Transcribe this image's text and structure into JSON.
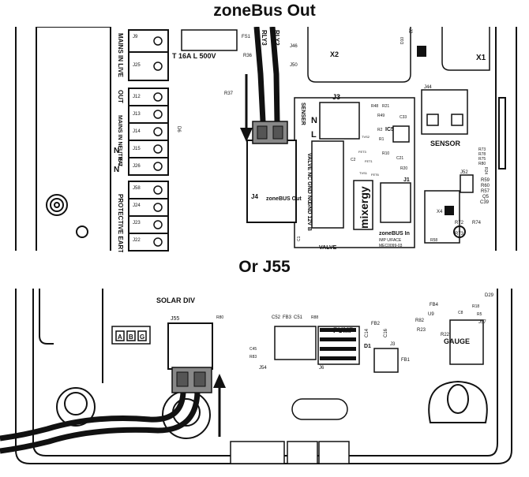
{
  "headings": {
    "top": "zoneBus Out",
    "bottom": "Or J55"
  },
  "top_board": {
    "labels": {
      "mains_in_live": "MAINS IN LIVE",
      "j9": "J9",
      "j25": "J25",
      "fuse_rating": "T 16A L 500V",
      "fs1": "FS1",
      "r36": "R36",
      "rly3": "RLY3",
      "rly2": "RLY2",
      "j46": "J46",
      "j50": "J50",
      "r37": "R37",
      "x2": "X2",
      "x1": "X1",
      "j2": "J2",
      "d10": "D10",
      "j44": "J44",
      "sensor": "SENSER",
      "sensor_label": "SENSOR",
      "out": "OUT",
      "j12": "J12",
      "j13": "J13",
      "mains_in_neutral": "MAINS IN NEUTRAL",
      "j14": "J14",
      "j15": "J15",
      "n1": "N",
      "d6": "D6",
      "j26": "J26",
      "e7": "E-7",
      "n2": "N",
      "j3": "J3",
      "n_letter": "N",
      "l_letter": "L",
      "ic5": "IC5",
      "r48": "R48",
      "r21": "R21",
      "r49": "R49",
      "c33": "C33",
      "r2": "R2",
      "r1": "R1",
      "tvs2": "TVS2",
      "fet3": "FET3",
      "r10": "R10",
      "c21": "C21",
      "fet1": "FET1",
      "r20": "R20",
      "tvs1": "TVS1",
      "fet6": "FET6",
      "c2": "C2",
      "valve_nc": "VALVE NC GND NO",
      "j1": "J1",
      "j4": "J4",
      "zonebus_out_label": "zoneBUS Out",
      "gnd12v": "GND 12V B",
      "valve": "VALVE",
      "mixergy": "mixergy",
      "zonebus_in": "zoneBUS In",
      "imp_uface": "IMP U/FACE",
      "mec_code": "MEC0099-03",
      "c1": "C1",
      "j58": "J58",
      "j24": "J24",
      "j23": "J23",
      "j22": "J22",
      "protective_earth": "PROTECTIVE EARTH",
      "r73a": "R73",
      "r78": "R78",
      "r75": "R75",
      "r80": "R80",
      "r24": "R24",
      "j52": "J52",
      "r59": "R59",
      "r60": "R60",
      "r57": "R57",
      "q5": "Q5",
      "c39": "C39",
      "x4": "X4",
      "r72": "R72",
      "r74": "R74",
      "r73b": "R73",
      "r58": "R58"
    }
  },
  "bottom_board": {
    "labels": {
      "solar_div": "SOLAR DIV",
      "j55": "J55",
      "a": "A",
      "b": "B",
      "g": "G",
      "r80": "R80",
      "c52": "C52",
      "fb3": "FB3",
      "c51": "C51",
      "r88": "R88",
      "pump": "PUMP",
      "fb2": "FB2",
      "c14": "C14",
      "c16": "C16",
      "d1": "D1",
      "j3": "J3",
      "fb1": "FB1",
      "j54": "J54",
      "j6": "J6",
      "c45": "C45",
      "r83": "R83",
      "fb4": "FB4",
      "u9": "U9",
      "r82": "R82",
      "r23": "R23",
      "r22": "R22",
      "gauge": "GAUGE",
      "j57": "J57",
      "d29": "D29",
      "c8": "C8",
      "r5": "R5",
      "r18": "R18"
    }
  }
}
